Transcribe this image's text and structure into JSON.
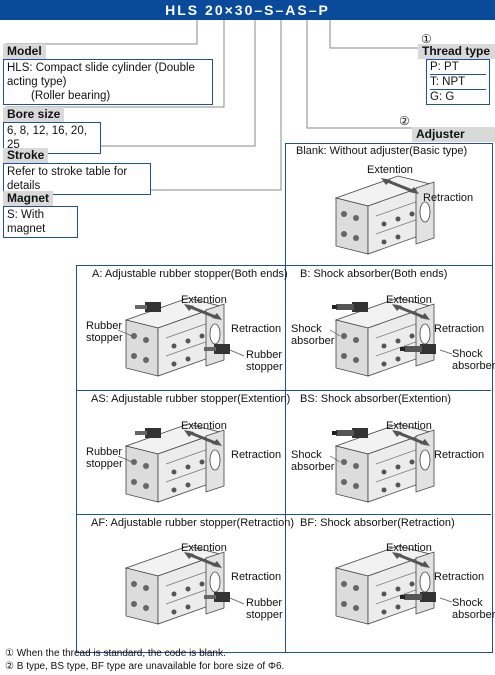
{
  "header": {
    "title": "HLS  20×30–S–AS–P"
  },
  "model": {
    "label": "Model",
    "line1": "HLS: Compact slide cylinder (Double acting type)",
    "line2": "(Roller bearing)"
  },
  "bore": {
    "label": "Bore size",
    "value": "6, 8, 12, 16, 20, 25"
  },
  "stroke": {
    "label": "Stroke",
    "value": "Refer to stroke table for details"
  },
  "magnet": {
    "label": "Magnet",
    "value": "S: With magnet"
  },
  "thread": {
    "marker": "①",
    "label": "Thread type",
    "items": [
      "P: PT",
      "T: NPT",
      "G: G"
    ]
  },
  "adjuster": {
    "marker": "②",
    "label": "Adjuster option"
  },
  "panels": {
    "blank": {
      "title": "Blank: Without adjuster(Basic type)",
      "ext": "Extention",
      "ret": "Retraction"
    },
    "a": {
      "title": "A: Adjustable rubber stopper(Both ends)",
      "ext": "Extention",
      "ret": "Retraction",
      "left1": "Rubber",
      "left2": "stopper",
      "right1": "Rubber",
      "right2": "stopper"
    },
    "b": {
      "title": "B: Shock absorber(Both ends)",
      "ext": "Extention",
      "ret": "Retraction",
      "left1": "Shock",
      "left2": "absorber",
      "right1": "Shock",
      "right2": "absorber"
    },
    "as": {
      "title": "AS: Adjustable rubber stopper(Extention)",
      "ext": "Extention",
      "ret": "Retraction",
      "left1": "Rubber",
      "left2": "stopper"
    },
    "bs": {
      "title": "BS: Shock absorber(Extention)",
      "ext": "Extention",
      "ret": "Retraction",
      "left1": "Shock",
      "left2": "absorber"
    },
    "af": {
      "title": "AF: Adjustable rubber stopper(Retraction)",
      "ext": "Extention",
      "ret": "Retraction",
      "right1": "Rubber",
      "right2": "stopper"
    },
    "bf": {
      "title": "BF: Shock absorber(Retraction)",
      "ext": "Extention",
      "ret": "Retraction",
      "right1": "Shock",
      "right2": "absorber"
    }
  },
  "notes": [
    "① When the thread is standard, the code is blank.",
    "② B type, BS type, BF type are unavailable for bore size of Φ6."
  ]
}
